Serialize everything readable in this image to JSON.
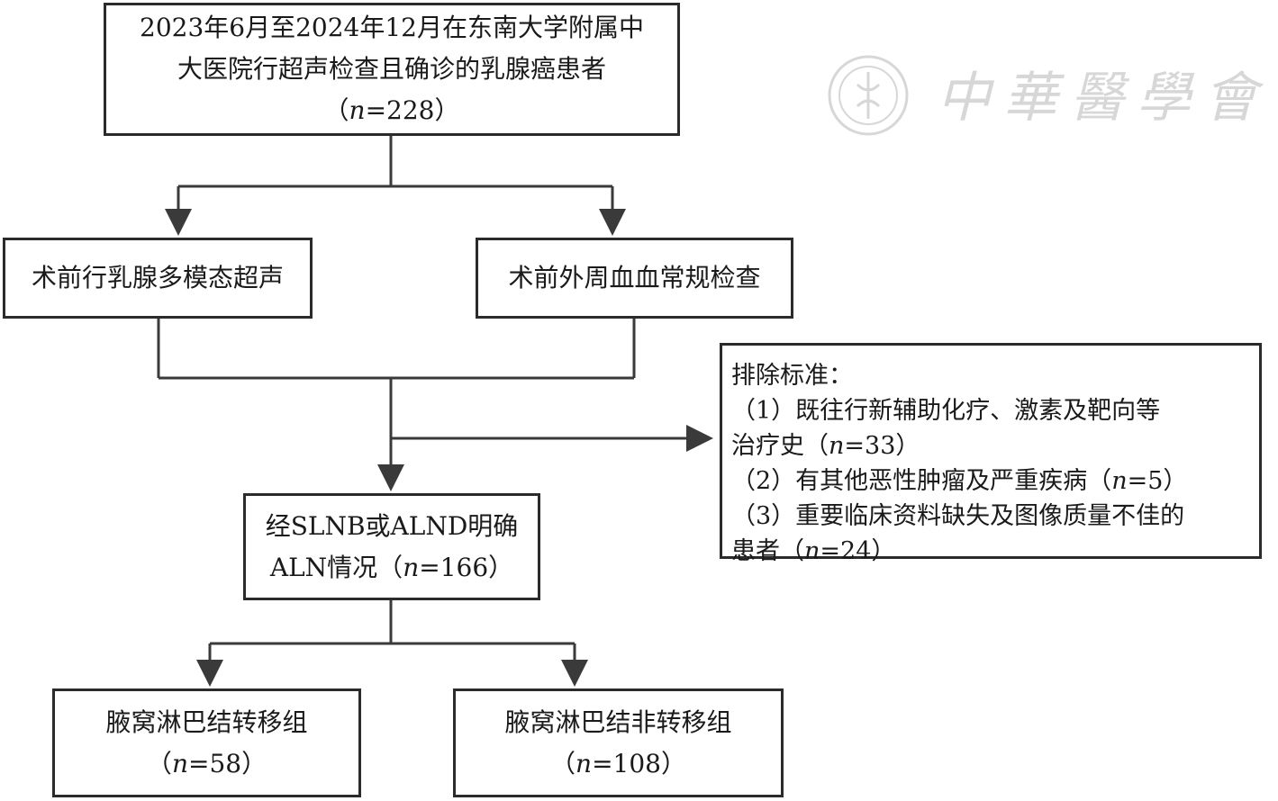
{
  "watermark": {
    "text": "中華醫學會",
    "logo_icon": "cma-seal-icon",
    "color": "#d7d7d7"
  },
  "top_box": {
    "line1": "2023年6月至2024年12月在东南大学附属中",
    "line2": "大医院行超声检查且确诊的乳腺癌患者",
    "count_open": "（",
    "n": "n",
    "count_rest": "=228）"
  },
  "left_box": {
    "label": "术前行乳腺多模态超声"
  },
  "right_box": {
    "label": "术前外周血血常规检查"
  },
  "exclusion": {
    "title": "排除标准：",
    "item1_line1": "（1）既往行新辅助化疗、激素及靶向等",
    "item1_line2_pre": "治疗史（",
    "item1_n": "n",
    "item1_line2_post": "=33）",
    "item2_pre": "（2）有其他恶性肿瘤及严重疾病（",
    "item2_n": "n",
    "item2_post": "=5）",
    "item3_line1": "（3）重要临床资料缺失及图像质量不佳的",
    "item3_line2_pre": "患者（",
    "item3_n": "n",
    "item3_line2_post": "=24）"
  },
  "mid_box": {
    "line1": "经SLNB或ALND明确",
    "line2_pre": "ALN情况（",
    "n": "n",
    "line2_post": "=166）"
  },
  "meta_box": {
    "label": "腋窝淋巴结转移组",
    "count_pre": "（",
    "n": "n",
    "count_post": "=58）"
  },
  "nonmeta_box": {
    "label": "腋窝淋巴结非转移组",
    "count_pre": "（",
    "n": "n",
    "count_post": "=108）"
  },
  "colors": {
    "line": "#3a3a3a",
    "border": "#2b2b2b"
  }
}
